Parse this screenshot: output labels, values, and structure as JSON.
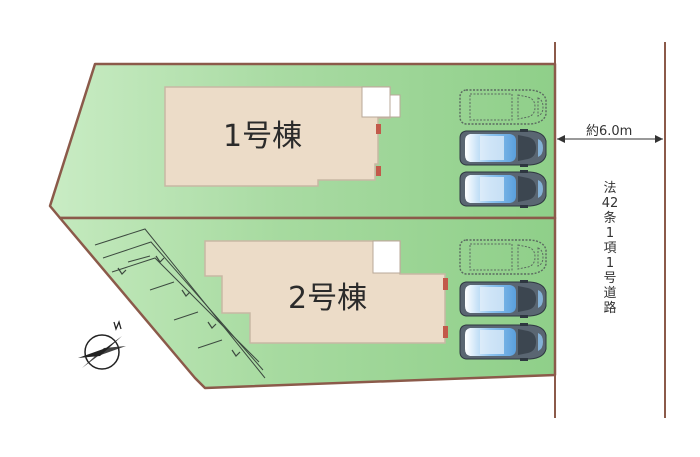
{
  "site_plan": {
    "lots": [
      {
        "building_label": "1号棟",
        "parking_spaces": 3
      },
      {
        "building_label": "2号棟",
        "parking_spaces": 3
      }
    ],
    "road": {
      "width_label": "約6.0m",
      "name_chars": [
        "法",
        "42",
        "条",
        "1",
        "項",
        "1",
        "号",
        "道",
        "路"
      ]
    },
    "colors": {
      "lot_green": "#9fd39a",
      "lot_green_light": "#c9ecc4",
      "boundary": "#8b5a4a",
      "building": "#ecdcc8",
      "building_edge": "#c8b8a4",
      "car_body": "#4c5a66",
      "car_glass_blue": "#8fc4ef"
    },
    "icons": [
      "north-arrow-icon",
      "car-icon"
    ]
  }
}
